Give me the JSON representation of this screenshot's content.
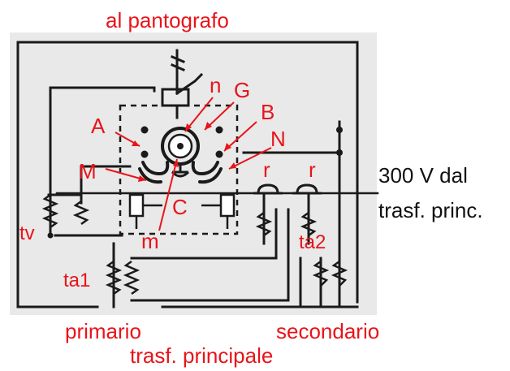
{
  "colors": {
    "label_red": "#e8141a",
    "label_black": "#111111",
    "scan_paper": "#e9e9e9",
    "ink": "#1a1a1a"
  },
  "labels": {
    "top": "al pantografo",
    "A": "A",
    "n": "n",
    "G": "G",
    "B": "B",
    "N": "N",
    "M": "M",
    "C": "C",
    "m": "m",
    "r1": "r",
    "r2": "r",
    "tv": "tv",
    "ta1": "ta1",
    "ta2": "ta2",
    "right_line1": "300 V dal",
    "right_line2": "trasf. princ.",
    "primario": "primario",
    "secondario": "secondario",
    "bottom": "trasf. principale"
  }
}
